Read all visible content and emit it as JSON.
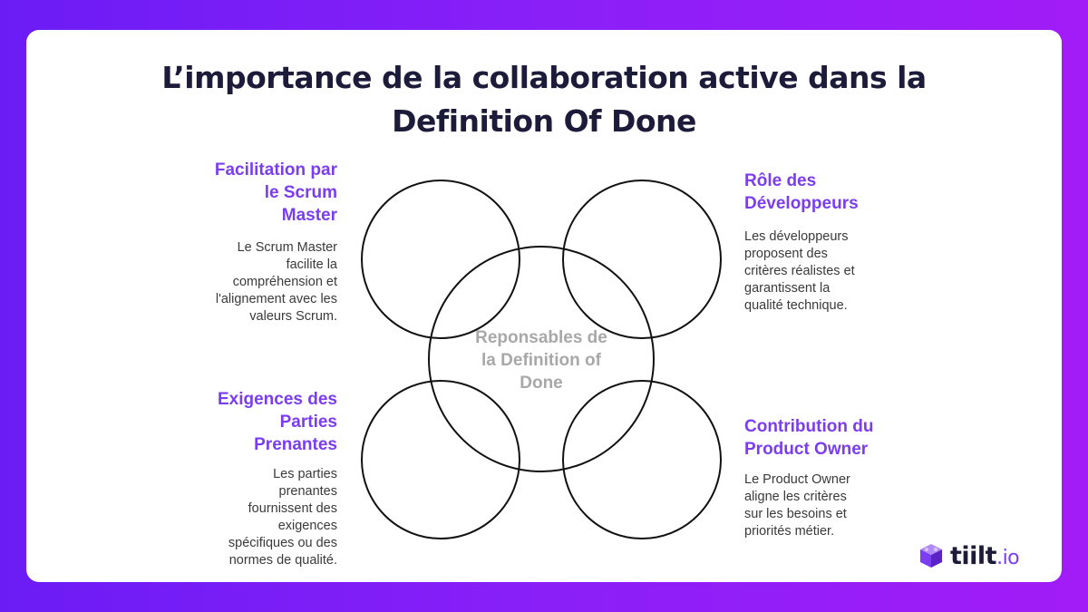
{
  "title_lines": [
    "L’importance de la collaboration active dans la",
    "Definition Of Done"
  ],
  "center": {
    "lines": [
      "Reponsables de",
      "la Definition of",
      "Done"
    ]
  },
  "top_left": {
    "heading": [
      "Facilitation par",
      "le Scrum",
      "Master"
    ],
    "text": [
      "Le Scrum Master",
      "facilite la",
      "compréhension et",
      "l'alignement avec les",
      "valeurs Scrum."
    ]
  },
  "top_right": {
    "heading": [
      "Rôle des",
      "Développeurs"
    ],
    "text": [
      "Les développeurs",
      "proposent des",
      "critères réalistes et",
      "garantissent la",
      "qualité technique."
    ]
  },
  "bottom_left": {
    "heading": [
      "Exigences des",
      "Parties",
      "Prenantes"
    ],
    "text": [
      "Les parties",
      "prenantes",
      "fournissent des",
      "exigences",
      "spécifiques ou des",
      "normes de qualité."
    ]
  },
  "bottom_right": {
    "heading": [
      "Contribution du",
      "Product Owner"
    ],
    "text": [
      "Le Product Owner",
      "aligne les critères",
      "sur les besoins et",
      "priorités métier."
    ]
  },
  "logo": {
    "name": "tiilt",
    "suffix": ".io",
    "icon": "cube-blocks-icon"
  },
  "colors": {
    "accent": "#7a3df2",
    "title": "#1c1b3a",
    "center_text": "#a8a8a8",
    "background_start": "#6b1cf5",
    "background_end": "#a21cf7"
  }
}
